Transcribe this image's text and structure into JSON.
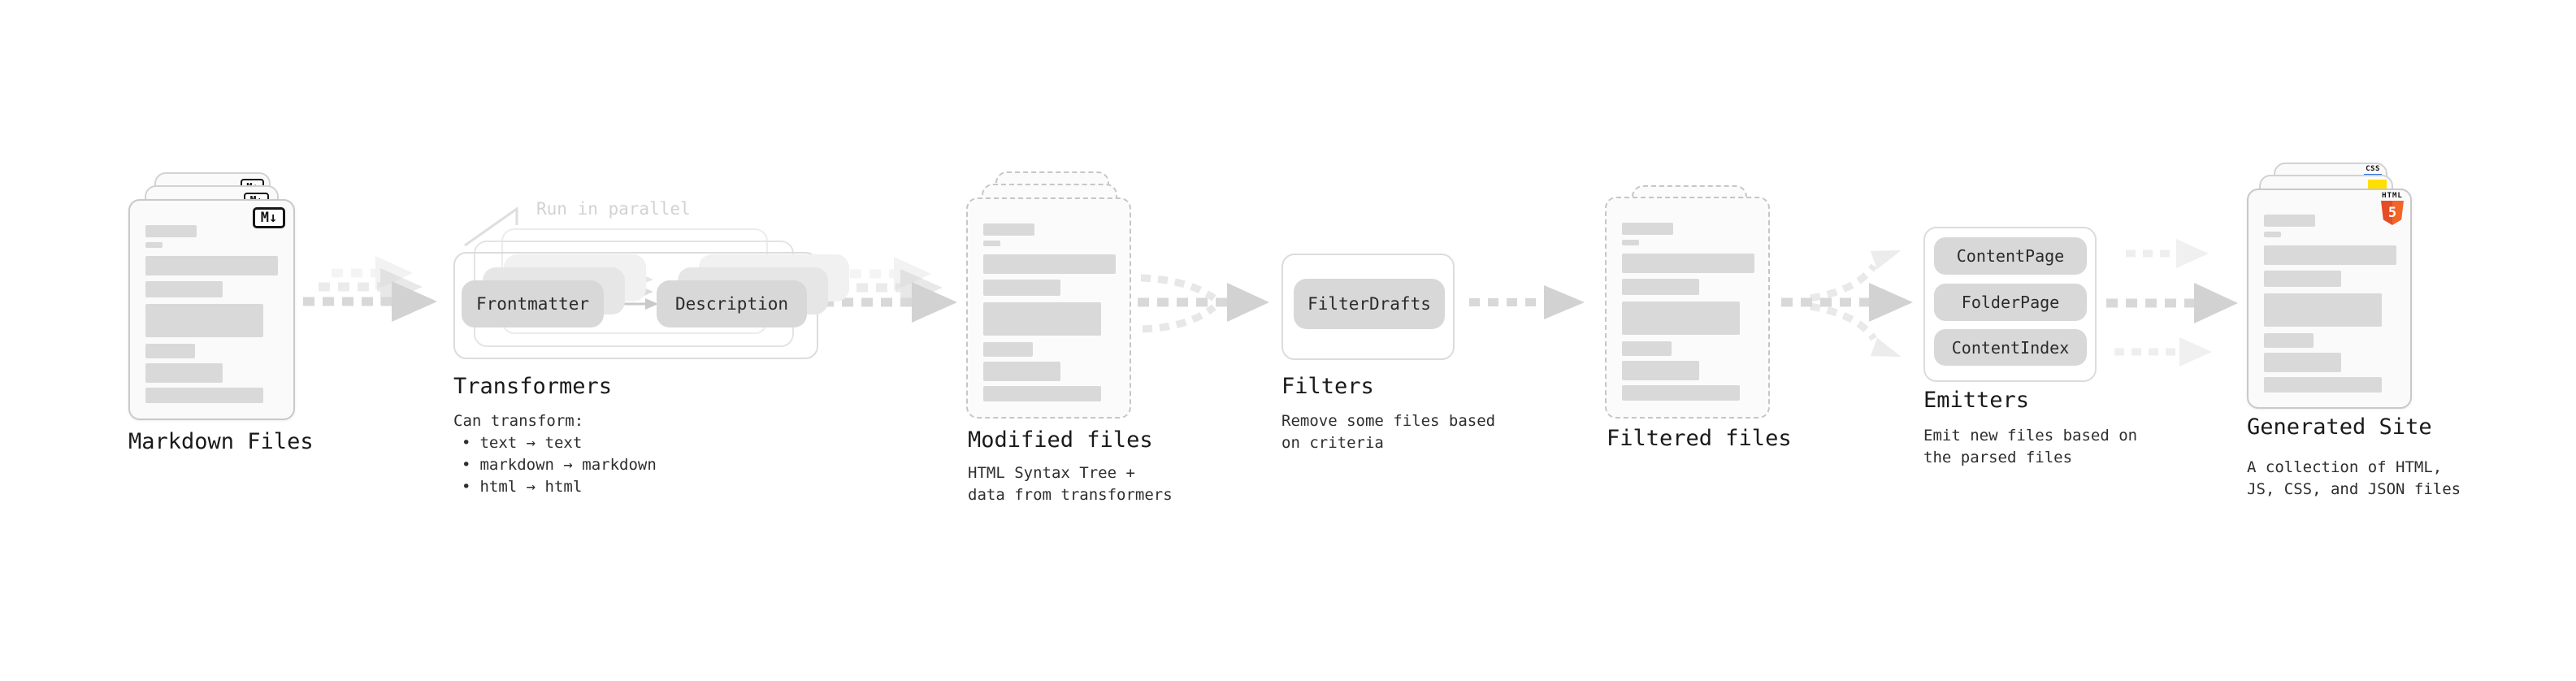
{
  "stages": {
    "markdown_files": {
      "title": "Markdown Files",
      "icon_label": "M↓"
    },
    "transformers": {
      "title": "Transformers",
      "annotation": "Run in parallel",
      "pill_left": "Frontmatter",
      "pill_right": "Description",
      "desc_heading": "Can transform:",
      "bullet_char": "•",
      "bullets": [
        "text → text",
        "markdown → markdown",
        "html → html"
      ]
    },
    "modified_files": {
      "title": "Modified files",
      "desc_line1": "HTML Syntax Tree +",
      "desc_line2": "data from transformers"
    },
    "filters": {
      "title": "Filters",
      "pill": "FilterDrafts",
      "desc_line1": "Remove some files based",
      "desc_line2": "on criteria"
    },
    "filtered_files": {
      "title": "Filtered files"
    },
    "emitters": {
      "title": "Emitters",
      "pills": [
        "ContentPage",
        "FolderPage",
        "ContentIndex"
      ],
      "desc_line1": "Emit new files based on",
      "desc_line2": "the parsed files"
    },
    "generated_site": {
      "title": "Generated Site",
      "desc_line1": "A collection of HTML,",
      "desc_line2": "JS, CSS, and JSON files",
      "html_badge_label": "HTML",
      "html_badge_number": "5",
      "css_badge_label": "CSS"
    }
  },
  "colors": {
    "accent_html5": "#e44d26",
    "accent_html5_light": "#f16529",
    "accent_js": "#ffdf00",
    "accent_css": "#2f6fe4",
    "bar_fill": "#d9d9d9",
    "pill_fill": "#d8d8d8",
    "annotation": "#d2d2d2"
  }
}
